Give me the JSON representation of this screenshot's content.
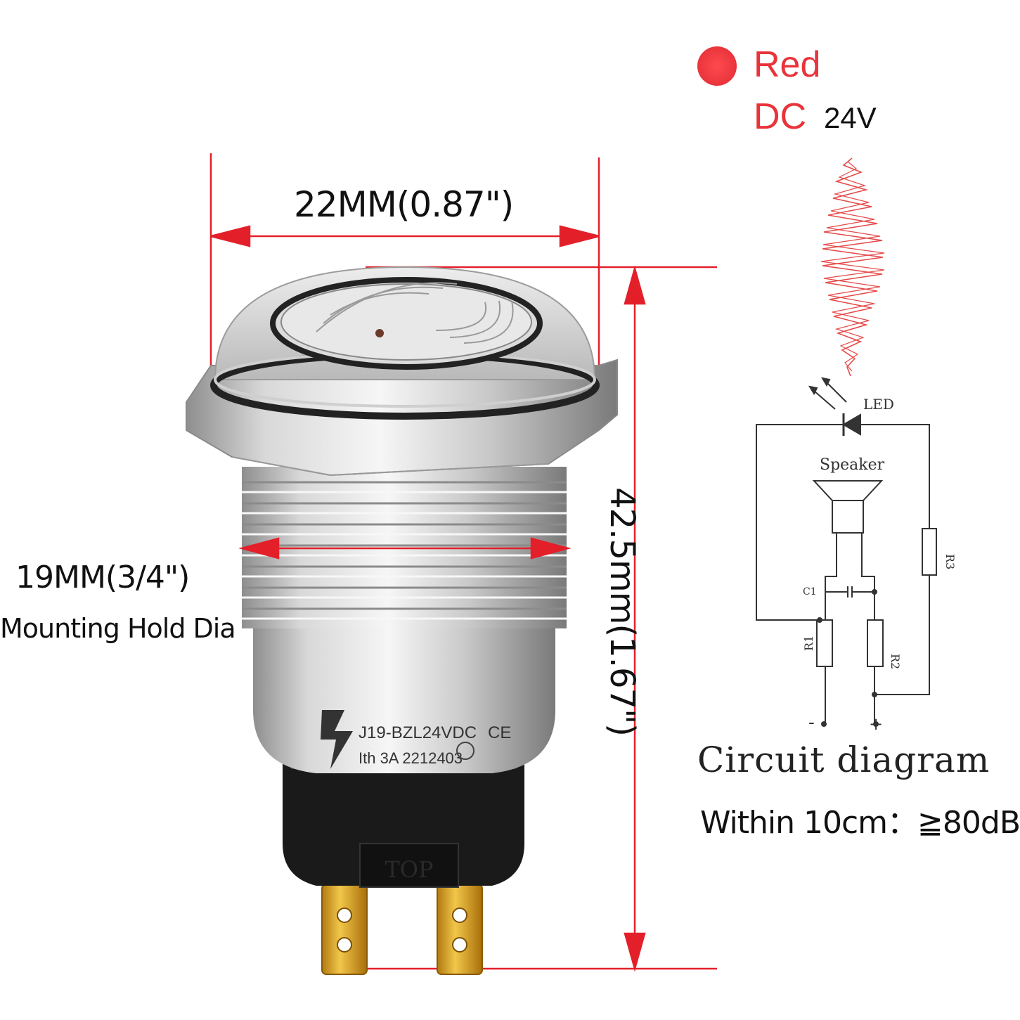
{
  "indicator": {
    "color_name": "Red",
    "power_type": "DC",
    "voltage": "24V",
    "accent_color": "#e8343a"
  },
  "dimensions": {
    "width_label": "22MM(0.87\")",
    "thread_label": "19MM(3/4\")",
    "thread_sublabel": "Mounting Hold Dia",
    "height_label": "42.5mm(1.67\")",
    "arrow_color": "#e3202a"
  },
  "product": {
    "marking_model": "J19-BZL24VDC",
    "marking_rating": "Ith  3A  2212403",
    "cert_ce": "CE",
    "base_marking": "TOP"
  },
  "circuit": {
    "title": "Circuit diagram",
    "led_label": "LED",
    "speaker_label": "Speaker",
    "c1_label": "C1",
    "r1_label": "R1",
    "r2_label": "R2",
    "r3_label": "R3",
    "neg_terminal": "-",
    "pos_terminal": "+"
  },
  "spec": {
    "sound_text": "Within 10cm：≧80dB"
  }
}
